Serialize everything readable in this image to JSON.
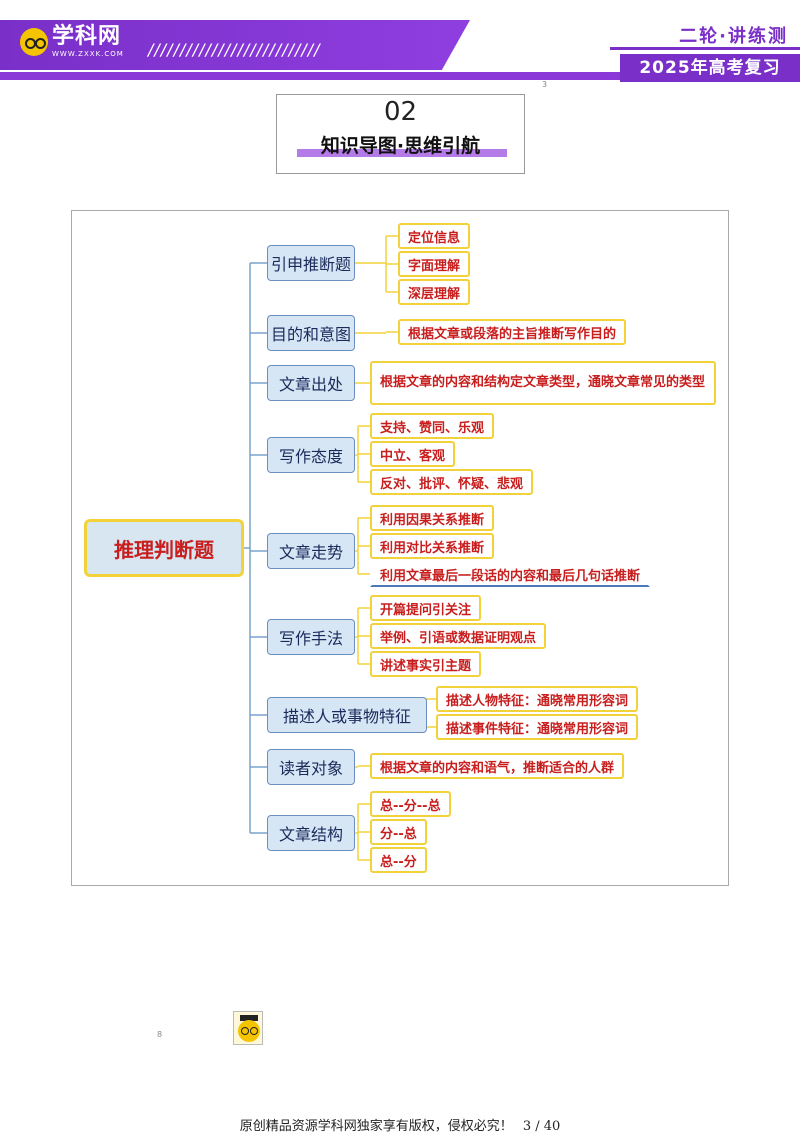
{
  "header": {
    "logo_text": "学科网",
    "logo_sub": "WWW.ZXXK.COM",
    "slashes": "///////////////////////////",
    "tag_top": "二轮·讲练测",
    "tag_bottom": "2025年高考复习"
  },
  "marks": {
    "top_mark": "3",
    "bottom_mark": "8"
  },
  "section": {
    "number": "02",
    "title": "知识导图·思维引航"
  },
  "mindmap": {
    "root": "推理判断题",
    "categories": [
      {
        "label": "引申推断题",
        "leaves": [
          "定位信息",
          "字面理解",
          "深层理解"
        ]
      },
      {
        "label": "目的和意图",
        "leaves": [
          "根据文章或段落的主旨推断写作目的"
        ]
      },
      {
        "label": "文章出处",
        "leaves": [
          "根据文章的内容和结构定文章类型，通晓文章常见的类型"
        ]
      },
      {
        "label": "写作态度",
        "leaves": [
          "支持、赞同、乐观",
          "中立、客观",
          "反对、批评、怀疑、悲观"
        ]
      },
      {
        "label": "文章走势",
        "leaves": [
          "利用因果关系推断",
          "利用对比关系推断",
          "利用文章最后一段话的内容和最后几句话推断"
        ]
      },
      {
        "label": "写作手法",
        "leaves": [
          "开篇提问引关注",
          "举例、引语或数据证明观点",
          "讲述事实引主题"
        ]
      },
      {
        "label": "描述人或事物特征",
        "leaves": [
          "描述人物特征：通晓常用形容词",
          "描述事件特征：通晓常用形容词"
        ]
      },
      {
        "label": "读者对象",
        "leaves": [
          "根据文章的内容和语气，推断适合的人群"
        ]
      },
      {
        "label": "文章结构",
        "leaves": [
          "总--分--总",
          "分--总",
          "总--分"
        ]
      }
    ]
  },
  "footer": {
    "text": "原创精品资源学科网独家享有版权，侵权必究！",
    "page": "3 / 40"
  },
  "colors": {
    "accent": "#7a2fc8",
    "leaf_text": "#c81e1e",
    "leaf_border": "#f2d23a",
    "category_fill": "#d6e6f5"
  }
}
